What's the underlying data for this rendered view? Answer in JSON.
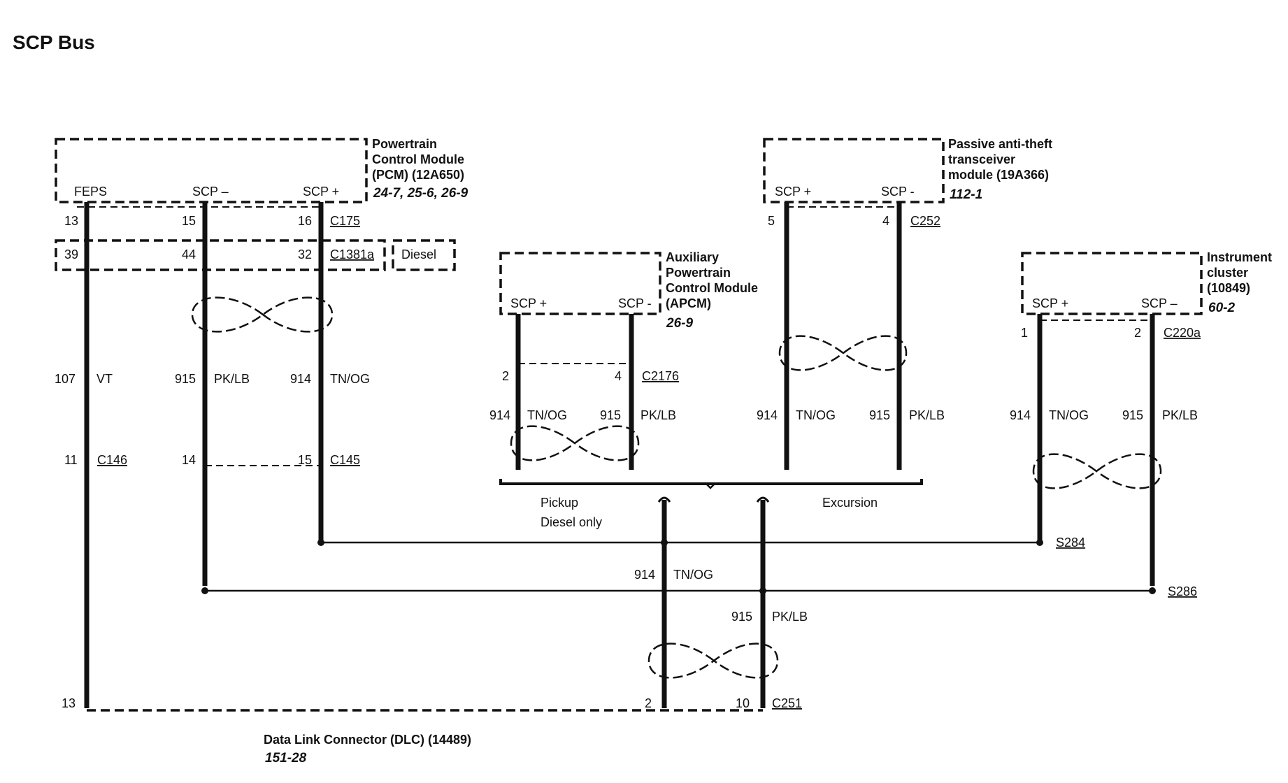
{
  "title": "SCP Bus",
  "pcm": {
    "name_lines": [
      "Powertrain",
      "Control Module",
      "(PCM) (12A650)"
    ],
    "ref": "24-7, 25-6, 26-9",
    "pins": [
      "FEPS",
      "SCP –",
      "SCP +"
    ]
  },
  "pats": {
    "name_lines": [
      "Passive anti-theft",
      "transceiver",
      "module (19A366)"
    ],
    "ref": "112-1",
    "pins": [
      "SCP +",
      "SCP -"
    ]
  },
  "apcm": {
    "name_lines": [
      "Auxiliary",
      "Powertrain",
      "Control Module",
      "(APCM)"
    ],
    "ref": "26-9",
    "pins": [
      "SCP +",
      "SCP -"
    ]
  },
  "ic": {
    "name_lines": [
      "Instrument",
      "cluster",
      "(10849)"
    ],
    "ref": "60-2",
    "pins": [
      "SCP +",
      "SCP –"
    ]
  },
  "dlc": {
    "name": "Data Link Connector (DLC) (14489)",
    "ref": "151-28"
  },
  "connectors": {
    "c175": "C175",
    "c1381a": "C1381a",
    "c146": "C146",
    "c145": "C145",
    "c252": "C252",
    "c2176": "C2176",
    "c220a": "C220a",
    "c251": "C251",
    "s284": "S284",
    "s286": "S286"
  },
  "option_labels": {
    "diesel": "Diesel",
    "pickup": "Pickup",
    "diesel_only": "Diesel only",
    "excursion": "Excursion"
  },
  "pins": {
    "pcm_c175": [
      "13",
      "15",
      "16"
    ],
    "pcm_c1381a": [
      "39",
      "44",
      "32"
    ],
    "pcm_c146_c145": [
      "11",
      "14",
      "15"
    ],
    "pats_c252": [
      "5",
      "4"
    ],
    "apcm_c2176": [
      "2",
      "4"
    ],
    "ic_c220a": [
      "1",
      "2"
    ],
    "dlc_c251": [
      "13",
      "2",
      "10"
    ]
  },
  "circuits": {
    "vt": {
      "num": "107",
      "color": "VT"
    },
    "pklb": {
      "num": "915",
      "color": "PK/LB"
    },
    "tnog": {
      "num": "914",
      "color": "TN/OG"
    }
  }
}
